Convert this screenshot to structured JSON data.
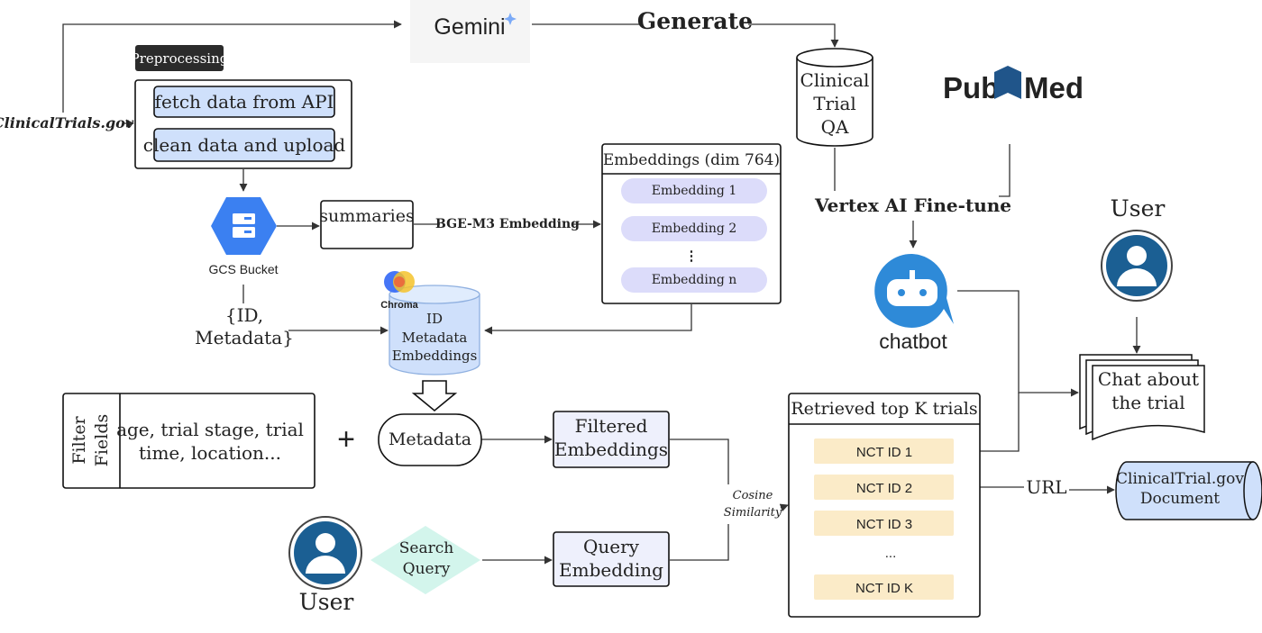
{
  "gemini": {
    "label": "Gemini"
  },
  "generate": {
    "label": "Generate"
  },
  "clinicaltrials_source": {
    "label": "ClinicalTrials.gov"
  },
  "preprocessing": {
    "tag": "Preprocessing",
    "step1": "fetch data from API",
    "step2": "clean data and upload"
  },
  "gcs": {
    "label": "GCS Bucket"
  },
  "summaries": {
    "label": "summaries"
  },
  "bge": {
    "label": "BGE-M3 Embedding"
  },
  "embeddings": {
    "title": "Embeddings (dim 764)",
    "items": [
      "Embedding 1",
      "Embedding 2",
      "⋮",
      "Embedding n"
    ]
  },
  "id_metadata": {
    "line1": "{ID,",
    "line2": "Metadata}"
  },
  "chroma": {
    "logo": "Chroma",
    "lines": [
      "ID",
      "Metadata",
      "Embeddings"
    ]
  },
  "qa_store": {
    "lines": [
      "Clinical",
      "Trial",
      "QA"
    ]
  },
  "pubmed": {
    "label_pub": "Pub",
    "label_med": "Med"
  },
  "finetune": {
    "label": "Vertex AI Fine-tune"
  },
  "chatbot": {
    "label": "chatbot"
  },
  "user_top": {
    "label": "User"
  },
  "chat_doc": {
    "line1": "Chat about",
    "line2": "the trial"
  },
  "filter": {
    "side_line1": "Filter",
    "side_line2": "Fields",
    "content_line1": "age, trial stage, trial",
    "content_line2": "time, location..."
  },
  "plus": {
    "label": "+"
  },
  "metadata": {
    "label": "Metadata"
  },
  "filtered_embeddings": {
    "line1": "Filtered",
    "line2": "Embeddings"
  },
  "cosine": {
    "line1": "Cosine",
    "line2": "Similarity"
  },
  "user_bottom": {
    "label": "User"
  },
  "search_query": {
    "line1": "Search",
    "line2": "Query"
  },
  "query_embedding": {
    "line1": "Query",
    "line2": "Embedding"
  },
  "retrieved": {
    "title": "Retrieved top K trials",
    "items": [
      "NCT ID 1",
      "NCT ID 2",
      "NCT ID 3",
      "...",
      "NCT ID K"
    ]
  },
  "url": {
    "label": "URL"
  },
  "doc": {
    "line1": "ClinicalTrial.gov",
    "line2": "Document"
  },
  "colors": {
    "blue_box": "#cfe0fb",
    "lavender": "#dcdcfa",
    "cream": "#fbebc8",
    "mint": "#d3f5ec",
    "user_blue": "#1b5f93",
    "chatbot_blue": "#2e8ad8",
    "gcs_blue": "#3b80f1",
    "dark_tag": "#2b2b2b"
  },
  "icons": [
    "gemini-logo",
    "gcs-bucket-icon",
    "chroma-logo",
    "pubmed-logo",
    "chatbot-icon",
    "user-icon"
  ]
}
